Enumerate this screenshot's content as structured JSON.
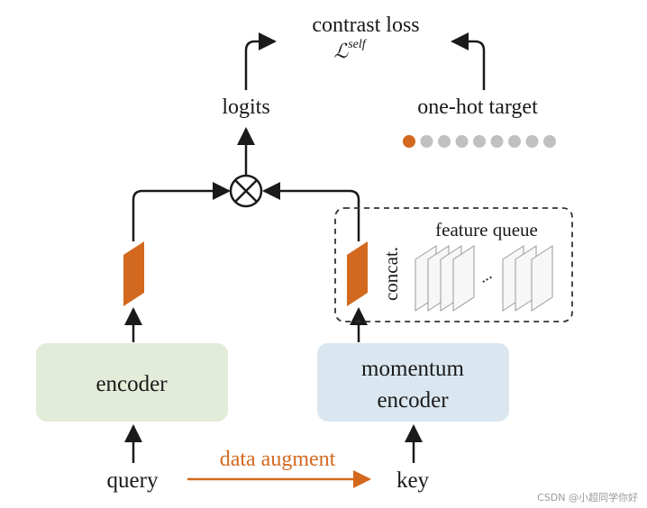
{
  "title": {
    "main": "contrast loss",
    "symbol": "ℒ",
    "superscript": "self"
  },
  "labels": {
    "logits": "logits",
    "one_hot_target": "one-hot target",
    "concat": "concat.",
    "feature_queue": "feature queue",
    "queue_ellipsis": "...",
    "encoder": "encoder",
    "momentum_encoder_line1": "momentum",
    "momentum_encoder_line2": "encoder",
    "query": "query",
    "key": "key",
    "data_augment": "data augment",
    "watermark": "CSDN @小超同学你好"
  },
  "one_hot": {
    "count": 9,
    "active_index": 0
  },
  "colors": {
    "accent": "#d2691e",
    "encoder_fill": "#e3ecd9",
    "momentum_fill": "#dae7f0",
    "dot_inactive": "#c0c0c0",
    "text": "#1a1a1a"
  }
}
